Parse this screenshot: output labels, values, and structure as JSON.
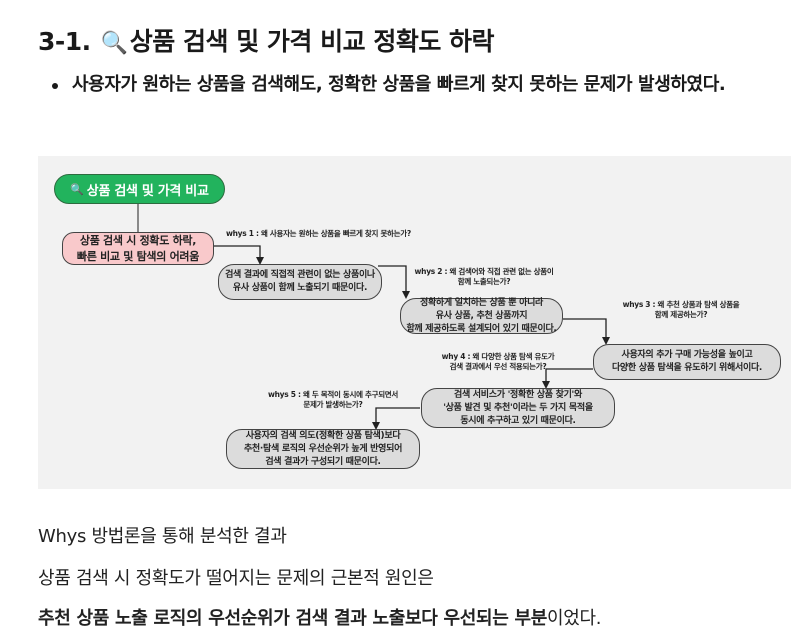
{
  "heading": {
    "number": "3-1.",
    "icon": "magnifier-icon",
    "title": "상품 검색 및 가격 비교 정확도 하락"
  },
  "bullet": "사용자가 원하는 상품을 검색해도, 정확한 상품을 빠르게 찾지 못하는 문제가 발생하였다.",
  "diagram": {
    "root": {
      "icon": "magnifier-icon",
      "label": "상품 검색 및 가격 비교"
    },
    "problem": "상품 검색 시 정확도 하락,\n빠른 비교 및 탐색의 어려움",
    "whys": [
      {
        "question": "whys 1 : 왜 사용자는 원하는 상품을 빠르게 찾지 못하는가?",
        "answer": "검색 결과에 직접적 관련이 없는 상품이나\n유사 상품이 함께 노출되기 때문이다."
      },
      {
        "question": "whys 2 : 왜 검색어와 직접 관련 없는 상품이\n함께 노출되는가?",
        "answer": "정확하게 일치하는 상품 뿐 아니라\n유사 상품, 추천 상품까지\n함께 제공하도록 설계되어 있기 때문이다."
      },
      {
        "question": "whys 3 : 왜 추천 상품과 탐색 상품을\n함께 제공하는가?",
        "answer": "사용자의 추가 구매 가능성을 높이고\n다양한 상품 탐색을 유도하기 위해서이다."
      },
      {
        "question": "why 4 : 왜 다양한 상품 탐색 유도가\n검색 결과에서 우선 적용되는가?",
        "answer": "검색 서비스가 '정확한 상품 찾기'와\n'상품 발견 및 추천'이라는 두 가지 목적을\n동시에 추구하고 있기 때문이다."
      },
      {
        "question": "whys 5 : 왜 두 목적이 동시에 추구되면서\n문제가 발생하는가?",
        "answer": "사용자의 검색 의도(정확한 상품 탐색)보다\n추천·탐색 로직의 우선순위가 높게 반영되어\n검색 결과가 구성되기 때문이다."
      }
    ]
  },
  "paragraphs": {
    "p1": "Whys 방법론을 통해 분석한 결과",
    "p2": "상품 검색 시 정확도가 떨어지는 문제의 근본적 원인은",
    "p3_bold": "추천 상품 노출 로직의 우선순위가 검색 결과 노출보다 우선되는 부분",
    "p3_rest": "이었다."
  }
}
